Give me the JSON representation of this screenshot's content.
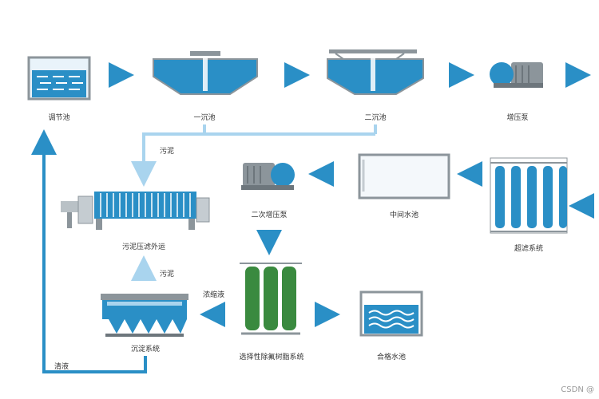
{
  "nodes": {
    "equalization_tank": "调节池",
    "primary_clarifier": "一沉池",
    "secondary_clarifier": "二沉池",
    "booster_pump": "增压泵",
    "ultrafiltration": "超滤系统",
    "intermediate_tank": "中间水池",
    "secondary_booster_pump": "二次增压泵",
    "filter_press": "污泥压滤外运",
    "ion_exchange": "选择性除氟树脂系统",
    "qualified_tank": "合格水池",
    "sedimentation": "沉淀系统"
  },
  "edges": {
    "sludge_return": "污泥",
    "sludge_up": "污泥",
    "concentrate": "浓缩液",
    "clear_return": "清液"
  },
  "watermark": "CSDN @",
  "colors": {
    "blue": "#2a8fc6",
    "light_blue": "#5fb3de",
    "pale_blue": "#a9d4ee",
    "gray": "#8c959b",
    "green": "#3a8a3f"
  }
}
